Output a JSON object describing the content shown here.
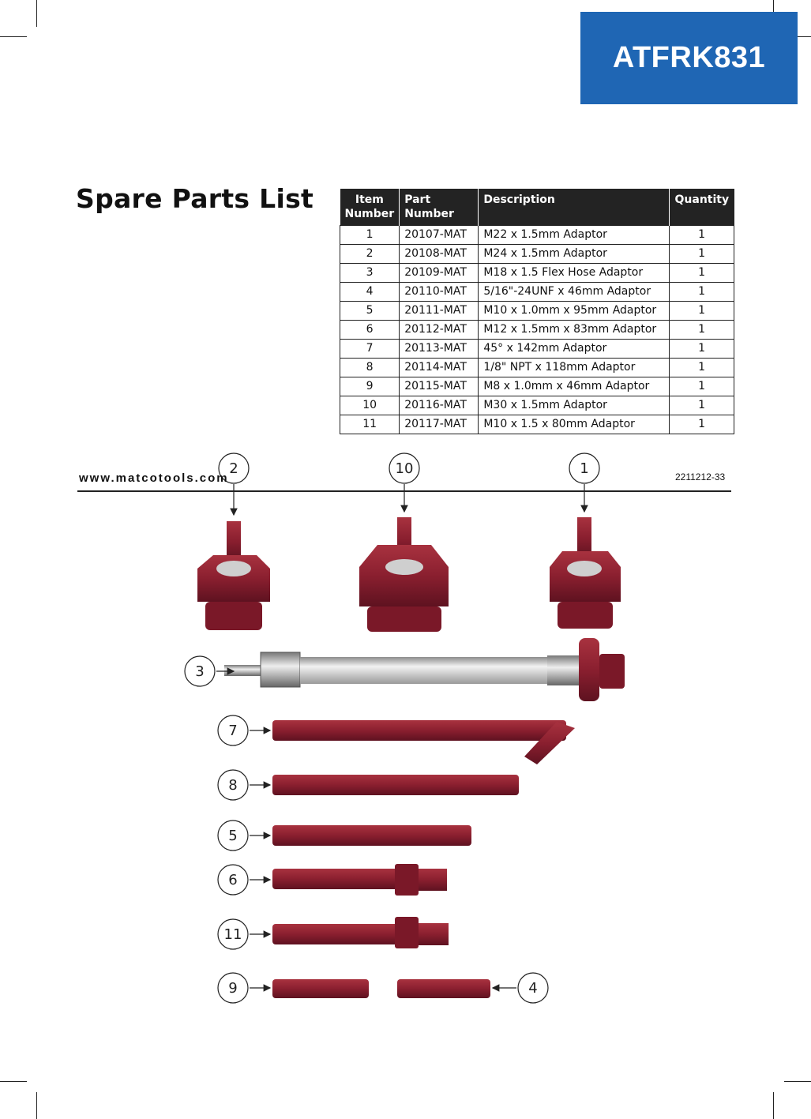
{
  "badge": {
    "model": "ATFRK831"
  },
  "section": {
    "title": "Spare Parts List"
  },
  "table": {
    "headers": {
      "item_line1": "Item",
      "item_line2": "Number",
      "part_line1": "Part",
      "part_line2": "Number",
      "description": "Description",
      "quantity": "Quantity"
    },
    "rows": [
      {
        "item": "1",
        "part": "20107-MAT",
        "description": "M22 x 1.5mm Adaptor",
        "qty": "1"
      },
      {
        "item": "2",
        "part": "20108-MAT",
        "description": "M24 x 1.5mm Adaptor",
        "qty": "1"
      },
      {
        "item": "3",
        "part": "20109-MAT",
        "description": "M18 x 1.5 Flex Hose Adaptor",
        "qty": "1"
      },
      {
        "item": "4",
        "part": "20110-MAT",
        "description": "5/16\"-24UNF x 46mm Adaptor",
        "qty": "1"
      },
      {
        "item": "5",
        "part": "20111-MAT",
        "description": "M10 x 1.0mm x 95mm Adaptor",
        "qty": "1"
      },
      {
        "item": "6",
        "part": "20112-MAT",
        "description": "M12 x 1.5mm x 83mm Adaptor",
        "qty": "1"
      },
      {
        "item": "7",
        "part": "20113-MAT",
        "description": "45° x 142mm Adaptor",
        "qty": "1"
      },
      {
        "item": "8",
        "part": "20114-MAT",
        "description": "1/8\" NPT x 118mm Adaptor",
        "qty": "1"
      },
      {
        "item": "9",
        "part": "20115-MAT",
        "description": "M8 x 1.0mm x 46mm Adaptor",
        "qty": "1"
      },
      {
        "item": "10",
        "part": "20116-MAT",
        "description": "M30 x 1.5mm Adaptor",
        "qty": "1"
      },
      {
        "item": "11",
        "part": "20117-MAT",
        "description": "M10 x 1.5 x 80mm Adaptor",
        "qty": "1"
      }
    ]
  },
  "callouts": {
    "c2": "2",
    "c10": "10",
    "c1": "1",
    "c3": "3",
    "c7": "7",
    "c8": "8",
    "c5": "5",
    "c6": "6",
    "c11": "11",
    "c9": "9",
    "c4": "4"
  },
  "colors": {
    "badge": "#1f66b4",
    "part": "#8a1f2f",
    "header": "#232323"
  },
  "footer": {
    "url": "www.matcotools.com",
    "code": "2211212-33"
  }
}
